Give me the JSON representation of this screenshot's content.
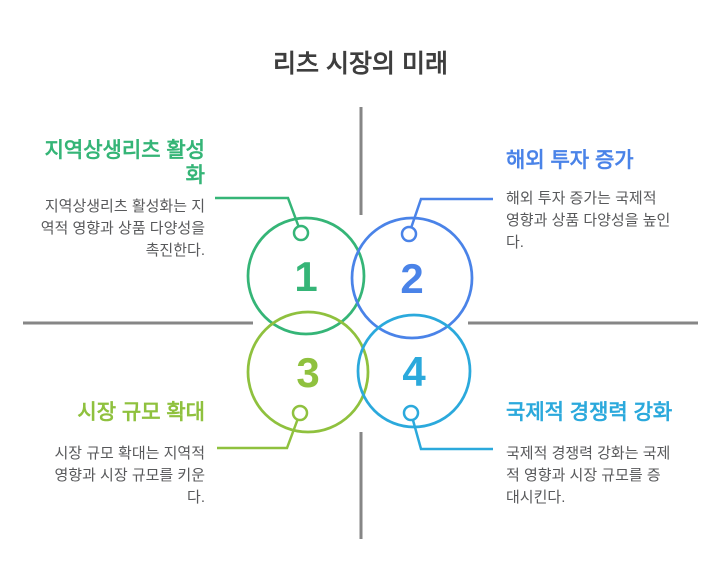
{
  "title": "리츠 시장의 미래",
  "items": [
    {
      "number": "1",
      "heading": "지역상생리츠 활성\n화",
      "body": "지역상생리츠 활성화는 지\n역적 영향과 상품 다양성을\n촉진한다.",
      "color": "#35b577"
    },
    {
      "number": "2",
      "heading": "해외 투자 증가",
      "body": "해외 투자 증가는 국제적\n영향과 상품 다양성을 높인\n다.",
      "color": "#4a83e8"
    },
    {
      "number": "3",
      "heading": "시장 규모 확대",
      "body": "시장 규모 확대는 지역적\n영향과 시장 규모를 키운\n다.",
      "color": "#8fc13e"
    },
    {
      "number": "4",
      "heading": "국제적 경쟁력 강화",
      "body": "국제적 경쟁력 강화는 국제\n적 영향과 시장 규모를 증\n대시킨다.",
      "color": "#2ba9dc"
    }
  ],
  "colors": {
    "title_text": "#3e3e3e",
    "body_text": "#58595b",
    "divider": "#868686",
    "background": "#ffffff"
  }
}
